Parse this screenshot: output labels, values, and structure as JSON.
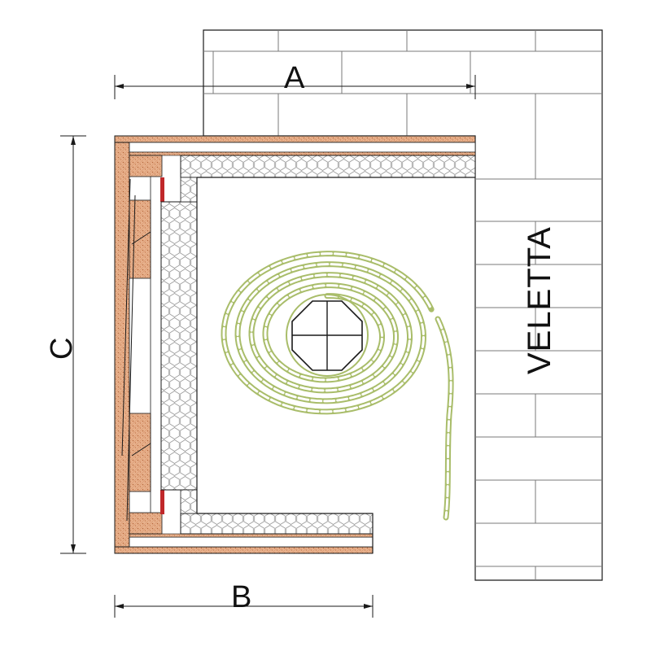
{
  "drawing": {
    "dimension_labels": {
      "width_top": "A",
      "width_bottom": "B",
      "height": "C"
    },
    "wall_label": "VELETTA"
  },
  "colors": {
    "line": "#1a1a1a",
    "brick_line": "#7a7a7a",
    "wood": "#e0a27a",
    "wood_dark": "#c97e52",
    "wood_hatch": "#b3643a",
    "insulation_line": "#9a9a9a",
    "shutter_green": "#a9bd6a",
    "seal_red": "#c0282a"
  },
  "icons": {
    "roller_axle": "octagon-axle-icon"
  }
}
